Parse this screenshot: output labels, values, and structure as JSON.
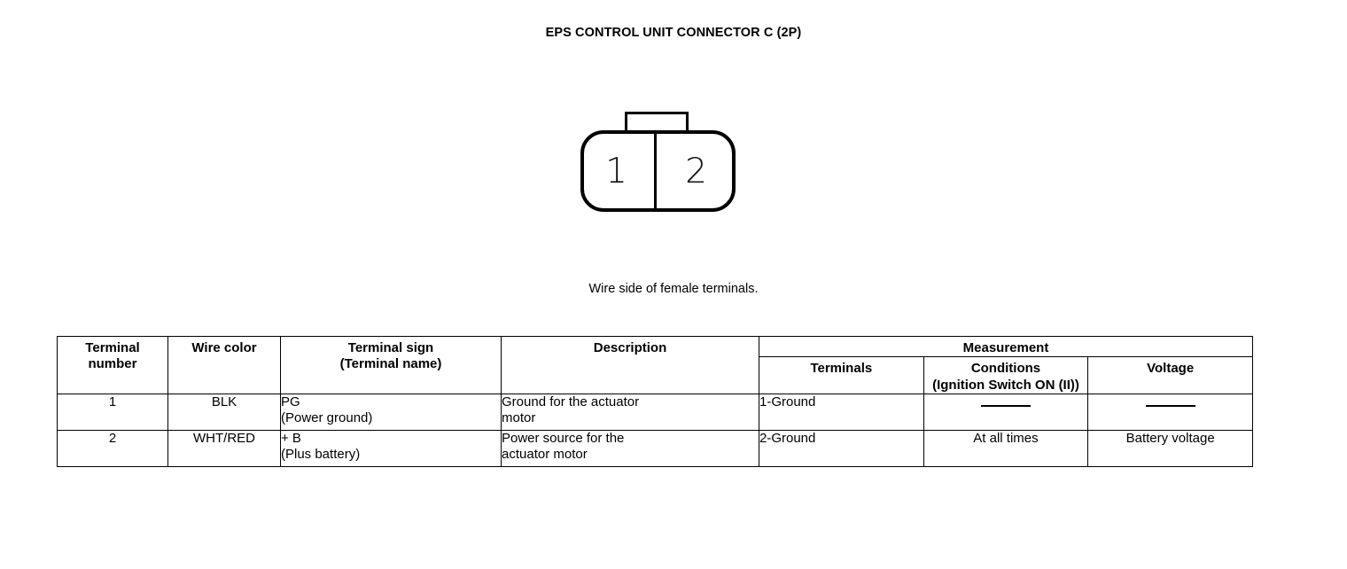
{
  "diagram": {
    "title": "EPS CONTROL UNIT CONNECTOR C (2P)",
    "caption": "Wire side of female terminals.",
    "connector": {
      "pin_1_label": "1",
      "pin_2_label": "2"
    }
  },
  "table": {
    "headers": {
      "terminal_number": "Terminal\nnumber",
      "terminal_number_line1": "Terminal",
      "terminal_number_line2": "number",
      "wire_color": "Wire color",
      "terminal_sign_line1": "Terminal sign",
      "terminal_sign_line2": "(Terminal name)",
      "description": "Description",
      "measurement": "Measurement",
      "terminals": "Terminals",
      "conditions_line1": "Conditions",
      "conditions_line2": "(Ignition Switch ON (II))",
      "voltage": "Voltage"
    },
    "rows": [
      {
        "terminal_number": "1",
        "wire_color": "BLK",
        "terminal_sign_line1": "PG",
        "terminal_sign_line2": "(Power ground)",
        "description_line1": "Ground for the actuator",
        "description_line2": "motor",
        "terminals": "1-Ground",
        "conditions": "—",
        "voltage": "—"
      },
      {
        "terminal_number": "2",
        "wire_color": "WHT/RED",
        "terminal_sign_line1": "+ B",
        "terminal_sign_line2": "(Plus battery)",
        "description_line1": "Power source for the",
        "description_line2": "actuator motor",
        "terminals": "2-Ground",
        "conditions": "At all times",
        "voltage": "Battery voltage"
      }
    ]
  }
}
